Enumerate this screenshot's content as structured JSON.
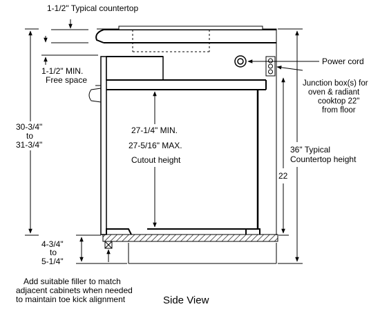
{
  "labels": {
    "countertop_thickness": "1-1/2\" Typical countertop",
    "free_space_1": "1-1/2\" MIN.",
    "free_space_2": "Free space",
    "power_cord": "Power cord",
    "junction_1": "Junction box(s) for",
    "junction_2": "oven & radiant",
    "junction_3": "cooktop 22\"",
    "junction_4": "from floor",
    "cutout_min": "27-1/4\" MIN.",
    "cutout_max": "27-5/16\" MAX.",
    "cutout_label": "Cutout height",
    "left_height_1": "30-3/4\"",
    "left_height_2": "to",
    "left_height_3": "31-3/4\"",
    "counter_height_1": "36\" Typical",
    "counter_height_2": "Countertop height",
    "junction_height": "22",
    "toe_kick_1": "4-3/4\"",
    "toe_kick_2": "to",
    "toe_kick_3": "5-1/4\"",
    "filler_1": "Add suitable filler to match",
    "filler_2": "adjacent cabinets when needed",
    "filler_3": "to maintain toe kick alignment",
    "view_title": "Side View"
  }
}
